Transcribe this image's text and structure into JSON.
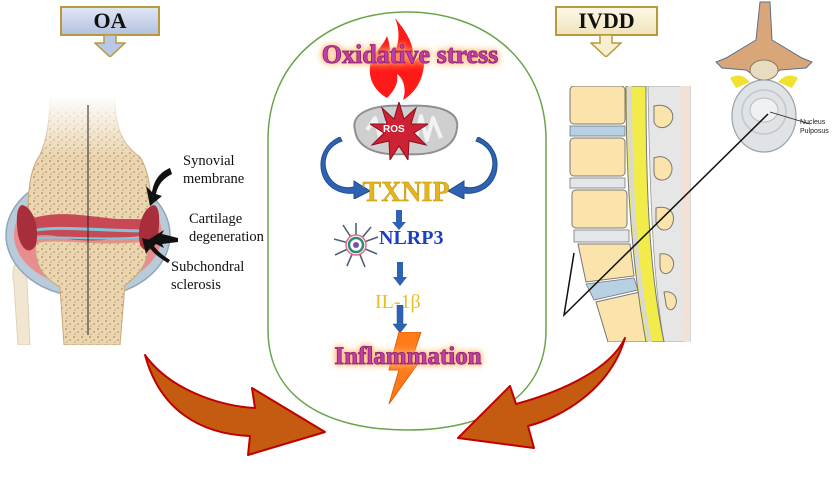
{
  "left_panel": {
    "header": "OA",
    "annotations": {
      "synovial": [
        "Synovial",
        "membrane"
      ],
      "cartilage": [
        "Cartilage",
        "degeneration"
      ],
      "subchondral": [
        "Subchondral",
        "sclerosis"
      ]
    },
    "image_icon": "knee-joint-illustration"
  },
  "right_panel": {
    "header": "IVDD",
    "nucleus_label": [
      "Nucleus",
      "Pulposus"
    ],
    "image_icons": [
      "lumbar-spine-illustration",
      "vertebra-disc-axial-illustration"
    ]
  },
  "pathway": {
    "title_top": "Oxidative stress",
    "ros": "ROS",
    "txnip": "TXNIP",
    "nlrp3": "NLRP3",
    "il1b": "IL-1β",
    "title_bottom": "Inflammation"
  },
  "colors": {
    "frame_green": "#6aa34a",
    "arrow_orange": "#c55a11",
    "arrow_outline": "#c00000",
    "curved_blue": "#2e63b4",
    "title_magenta": "#c23da8",
    "txnip_gold": "#e5b51e",
    "nlrp3_blue": "#1a3fc2"
  }
}
